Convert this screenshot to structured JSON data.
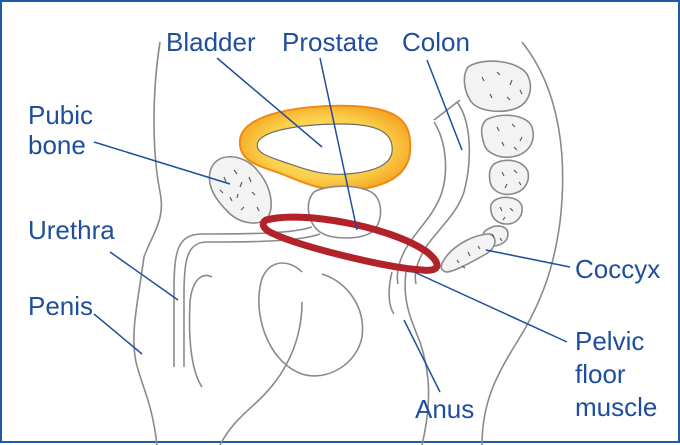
{
  "colors": {
    "outline": "#8a8a8a",
    "leader": "#1f4e9e",
    "label": "#1f4e9e",
    "muscle": "#b3222b",
    "bladder_outer": "#f7a21b",
    "bladder_inner": "#fbe37a",
    "bone_fill": "#f3f3f3",
    "frame": "#1f5aa6"
  },
  "labels": {
    "bladder": "Bladder",
    "prostate": "Prostate",
    "colon": "Colon",
    "pubic_bone_1": "Pubic",
    "pubic_bone_2": "bone",
    "urethra": "Urethra",
    "penis": "Penis",
    "coccyx": "Coccyx",
    "pelvic_1": "Pelvic",
    "pelvic_2": "floor",
    "pelvic_3": "muscle",
    "anus": "Anus"
  }
}
